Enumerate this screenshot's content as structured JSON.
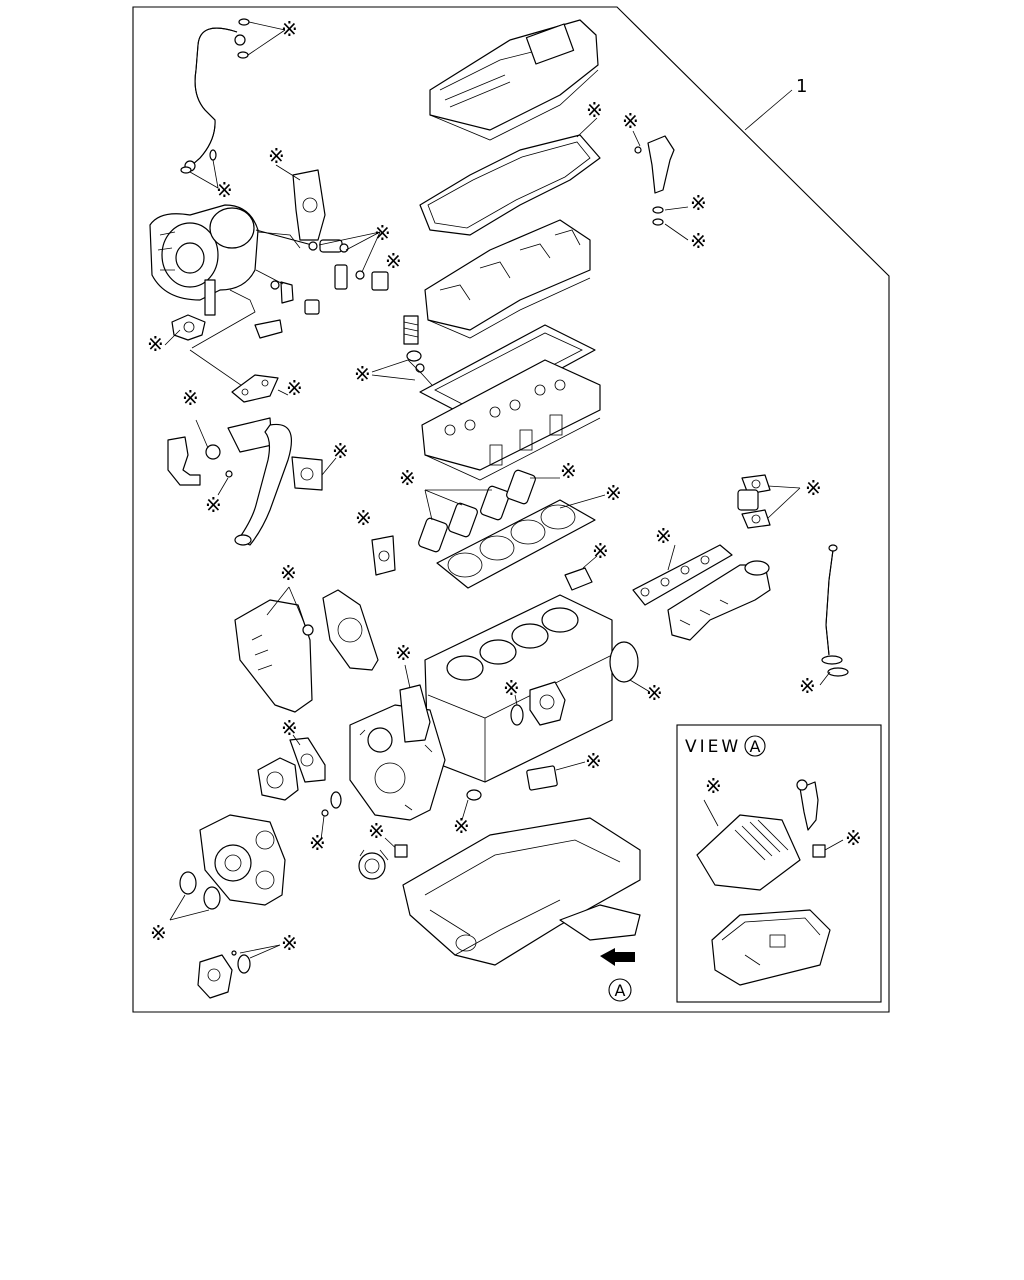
{
  "callout": {
    "number": "1"
  },
  "marker": {
    "symbol": "※"
  },
  "view_label": {
    "word": "VIEW",
    "letter": "A"
  },
  "arrow_label": {
    "letter": "A"
  }
}
